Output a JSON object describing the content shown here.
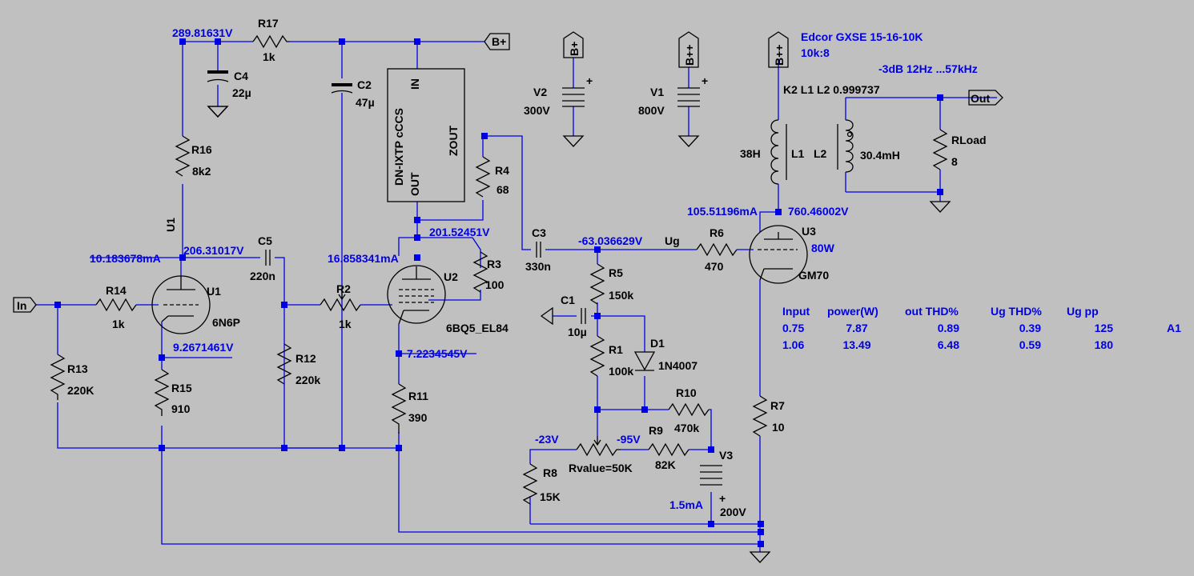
{
  "colors": {
    "background": "#c0c0c0",
    "wire": "#0000e6",
    "part": "#000000",
    "annotation": "#0000e6"
  },
  "labels": {
    "vR17": "289.81631V",
    "r17": "R17",
    "r17v": "1k",
    "bplus": "B+",
    "c4": "C4",
    "c4v": "22µ",
    "c2": "C2",
    "c2v": "47µ",
    "ccs_in": "IN",
    "ccs_name": "DN-IXTP cCCS",
    "ccs_zout": "ZOUT",
    "ccs_out": "OUT",
    "r4": "R4",
    "r4v": "68",
    "r16": "R16",
    "r16v": "8k2",
    "u1lbl": "U1",
    "vU1a": "10.183678mA",
    "vU1p": "206.31017V",
    "c5": "C5",
    "c5v": "220n",
    "vU2p": "201.52451V",
    "vU2a": "16.858341mA",
    "r3": "R3",
    "r3v": "100",
    "in": "In",
    "r14": "R14",
    "r14v": "1k",
    "u1": "U1",
    "u1t": "6N6P",
    "r2": "R2",
    "r2v": "1k",
    "u2": "U2",
    "u2t": "6BQ5_EL84",
    "vU1k": "9.2671461V",
    "vU2k": "7.2234545V",
    "r13": "R13",
    "r13v": "220K",
    "r15": "R15",
    "r15v": "910",
    "r12": "R12",
    "r12v": "220k",
    "r11": "R11",
    "r11v": "390",
    "v2": "V2",
    "v2v": "300V",
    "v1": "V1",
    "v1v": "800V",
    "bpp": "B++",
    "c3": "C3",
    "c3v": "330n",
    "vUg": "-63.036629V",
    "ug": "Ug",
    "r6": "R6",
    "r6v": "470",
    "r5": "R5",
    "r5v": "150k",
    "c1": "C1",
    "c1v": "10µ",
    "r1": "R1",
    "r1v": "100k",
    "d1": "D1",
    "d1v": "1N4007",
    "r10": "R10",
    "r10v": "470k",
    "vm23": "-23V",
    "vm95": "-95V",
    "r9": "R9",
    "r9v": "82K",
    "rval": "Rvalue=50K",
    "v3": "V3",
    "r8": "R8",
    "r8v": "15K",
    "i15": "1.5mA",
    "v3v": "200V",
    "edcor1": "Edcor GXSE 15-16-10K",
    "edcor2": "10k:8",
    "bw": "-3dB  12Hz ...57kHz",
    "k2": "K2 L1 L2 0.999737",
    "out": "Out",
    "l1v": "38H",
    "l1": "L1",
    "l2": "L2",
    "l2v": "30.4mH",
    "rload": "RLoad",
    "rloadv": "8",
    "vU3a": "105.51196mA",
    "vU3p": "760.46002V",
    "u3": "U3",
    "u3w": "80W",
    "u3t": "GM70",
    "r7": "R7",
    "r7v": "10"
  },
  "measurements": {
    "headers": [
      "Input",
      "power(W)",
      "out THD%",
      "Ug THD%",
      "Ug pp"
    ],
    "rows": [
      [
        "0.75",
        "7.87",
        "0.89",
        "0.39",
        "125",
        "A1"
      ],
      [
        "1.06",
        "13.49",
        "6.48",
        "0.59",
        "180",
        ""
      ]
    ]
  }
}
